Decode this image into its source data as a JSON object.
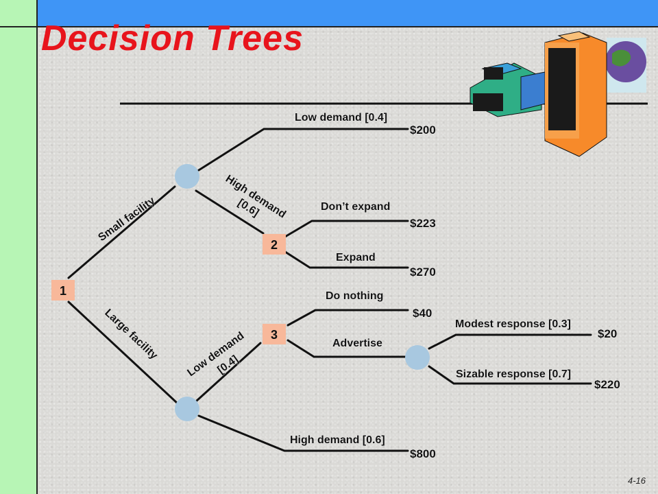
{
  "title": "Decision Trees",
  "slide_number": "4-16",
  "nodes": {
    "decision_1": "1",
    "decision_2": "2",
    "decision_3": "3"
  },
  "branches": {
    "small_facility": "Small facility",
    "large_facility": "Large facility",
    "high_demand_small_line1": "High demand",
    "high_demand_small_line2": "[0.6]",
    "low_demand_small": "Low demand [0.4]",
    "dont_expand": "Don’t expand",
    "expand": "Expand",
    "low_demand_large_line1": "Low demand",
    "low_demand_large_line2": "[0.4]",
    "high_demand_large": "High demand [0.6]",
    "do_nothing": "Do nothing",
    "advertise": "Advertise",
    "modest_response": "Modest response [0.3]",
    "sizable_response": "Sizable response [0.7]"
  },
  "payoffs": {
    "small_low": "$200",
    "dont_expand": "$223",
    "expand": "$270",
    "do_nothing": "$40",
    "modest": "$20",
    "sizable": "$220",
    "large_high": "$800"
  },
  "colors": {
    "title": "#e8141c",
    "decision_node": "#f8b89a",
    "chance_node": "#a8c8e0",
    "top_bar": "#3f95f6",
    "left_bar": "#b7f5b5"
  }
}
